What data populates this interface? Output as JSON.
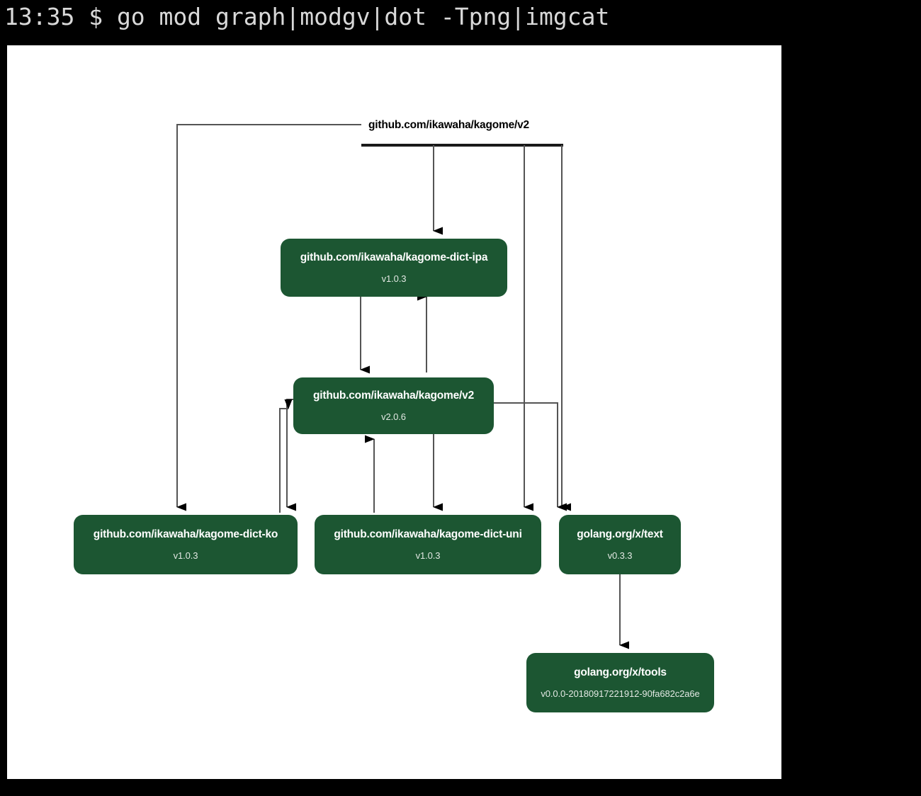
{
  "terminal": {
    "time": "13:35",
    "prompt_symbol": "$",
    "command": "go mod graph|modgv|dot -Tpng|imgcat",
    "full_line": "13:35 $ go mod graph|modgv|dot -Tpng|imgcat",
    "background_color": "#000000",
    "text_color": "#d9d9d9"
  },
  "graph": {
    "background_color": "#ffffff",
    "node_fill_color": "#1c5632",
    "node_text_color": "#ffffff",
    "edge_color": "#4a4a4a",
    "arrow_color": "#000000",
    "root": {
      "label": "github.com/ikawaha/kagome/v2",
      "version": ""
    },
    "nodes": [
      {
        "id": "kagome-dict-ipa",
        "name": "github.com/ikawaha/kagome-dict-ipa",
        "version": "v1.0.3"
      },
      {
        "id": "kagome-v2",
        "name": "github.com/ikawaha/kagome/v2",
        "version": "v2.0.6"
      },
      {
        "id": "kagome-dict-ko",
        "name": "github.com/ikawaha/kagome-dict-ko",
        "version": "v1.0.3"
      },
      {
        "id": "kagome-dict-uni",
        "name": "github.com/ikawaha/kagome-dict-uni",
        "version": "v1.0.3"
      },
      {
        "id": "golang-x-text",
        "name": "golang.org/x/text",
        "version": "v0.3.3"
      },
      {
        "id": "golang-x-tools",
        "name": "golang.org/x/tools",
        "version": "v0.0.0-20180917221912-90fa682c2a6e"
      }
    ],
    "edges": [
      {
        "from": "root",
        "to": "kagome-dict-ko"
      },
      {
        "from": "root",
        "to": "kagome-dict-ipa"
      },
      {
        "from": "root",
        "to": "kagome-dict-uni"
      },
      {
        "from": "root",
        "to": "golang-x-text"
      },
      {
        "from": "kagome-dict-ipa",
        "to": "kagome-v2"
      },
      {
        "from": "kagome-v2",
        "to": "kagome-dict-ipa"
      },
      {
        "from": "kagome-v2",
        "to": "kagome-dict-ko"
      },
      {
        "from": "kagome-dict-ko",
        "to": "kagome-v2"
      },
      {
        "from": "kagome-v2",
        "to": "kagome-dict-uni"
      },
      {
        "from": "kagome-dict-uni",
        "to": "kagome-v2"
      },
      {
        "from": "kagome-v2",
        "to": "golang-x-text"
      },
      {
        "from": "golang-x-text",
        "to": "golang-x-tools"
      }
    ]
  }
}
